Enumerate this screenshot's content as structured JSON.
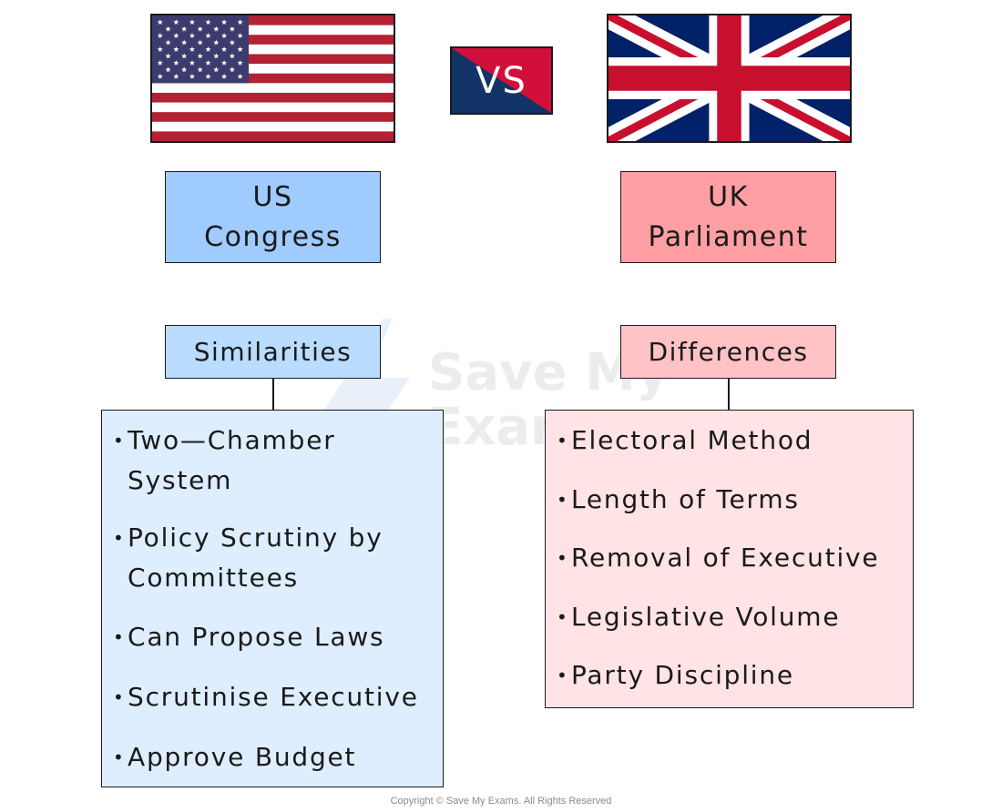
{
  "vs_badge": {
    "label": "VS"
  },
  "us": {
    "title_line1": "US",
    "title_line2": "Congress",
    "section_label": "Similarities",
    "items": [
      {
        "line1": "Two—Chamber",
        "line2": "System"
      },
      {
        "line1": "Policy Scrutiny by",
        "line2": "Committees"
      },
      {
        "line1": "Can Propose Laws"
      },
      {
        "line1": "Scrutinise Executive"
      },
      {
        "line1": "Approve Budget"
      }
    ]
  },
  "uk": {
    "title_line1": "UK",
    "title_line2": "Parliament",
    "section_label": "Differences",
    "items": [
      {
        "line1": "Electoral Method"
      },
      {
        "line1": "Length of Terms"
      },
      {
        "line1": "Removal of Executive"
      },
      {
        "line1": "Legislative Volume"
      },
      {
        "line1": "Party Discipline"
      }
    ]
  },
  "bullet_glyph": "•",
  "watermark": {
    "line1": "Save My",
    "line2": "Exams"
  },
  "footer": {
    "copyright": "Copyright © Save My Exams. All Rights Reserved"
  },
  "colors": {
    "us_title_bg": "#9fcbff",
    "us_label_bg": "#b9dcff",
    "us_list_bg": "#deeeff",
    "uk_title_bg": "#ff9fa3",
    "uk_label_bg": "#ffc2c5",
    "uk_list_bg": "#ffe3e5",
    "vs_navy": "#123466",
    "vs_red": "#d20f3a"
  }
}
